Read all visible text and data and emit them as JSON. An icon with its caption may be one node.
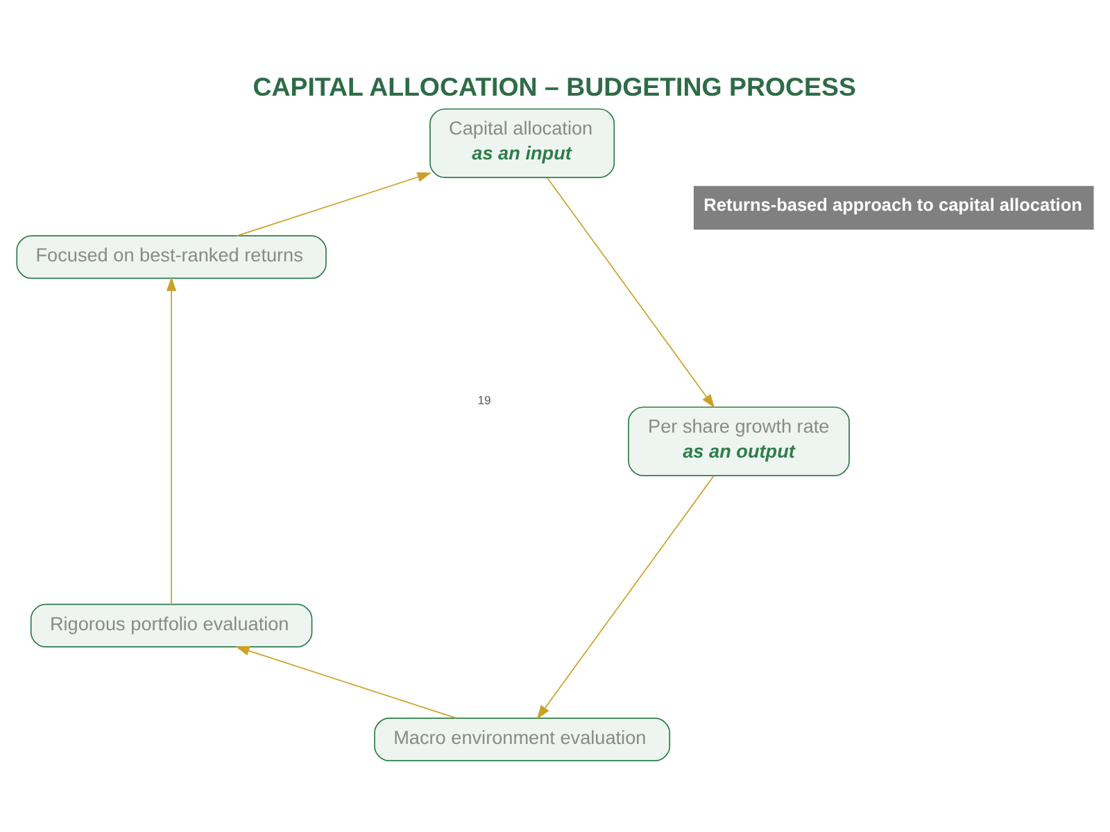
{
  "diagram": {
    "title": "CAPITAL ALLOCATION – BUDGETING PROCESS",
    "nodes": [
      {
        "text": [
          "Macro environment evaluation"
        ]
      },
      {
        "text": [
          "Rigorous portfolio evaluation"
        ]
      },
      {
        "text": [
          "Focused on best-ranked returns"
        ]
      },
      {
        "text": [
          "Capital allocation",
          "as an input"
        ]
      },
      {
        "text": [
          "Per share growth rate",
          "as an output"
        ]
      }
    ],
    "edges": [
      {
        "from": 0,
        "to": 1,
        "arrow": "to"
      },
      {
        "from": 1,
        "to": 2,
        "arrow": "to"
      },
      {
        "from": 2,
        "to": 3,
        "arrow": "to"
      },
      {
        "from": 3,
        "to": 4,
        "arrow": "to"
      },
      {
        "from": 4,
        "to": 0,
        "arrow": "to"
      }
    ],
    "labels": [
      "Returns-based approach to capital allocation",
      "19"
    ]
  }
}
